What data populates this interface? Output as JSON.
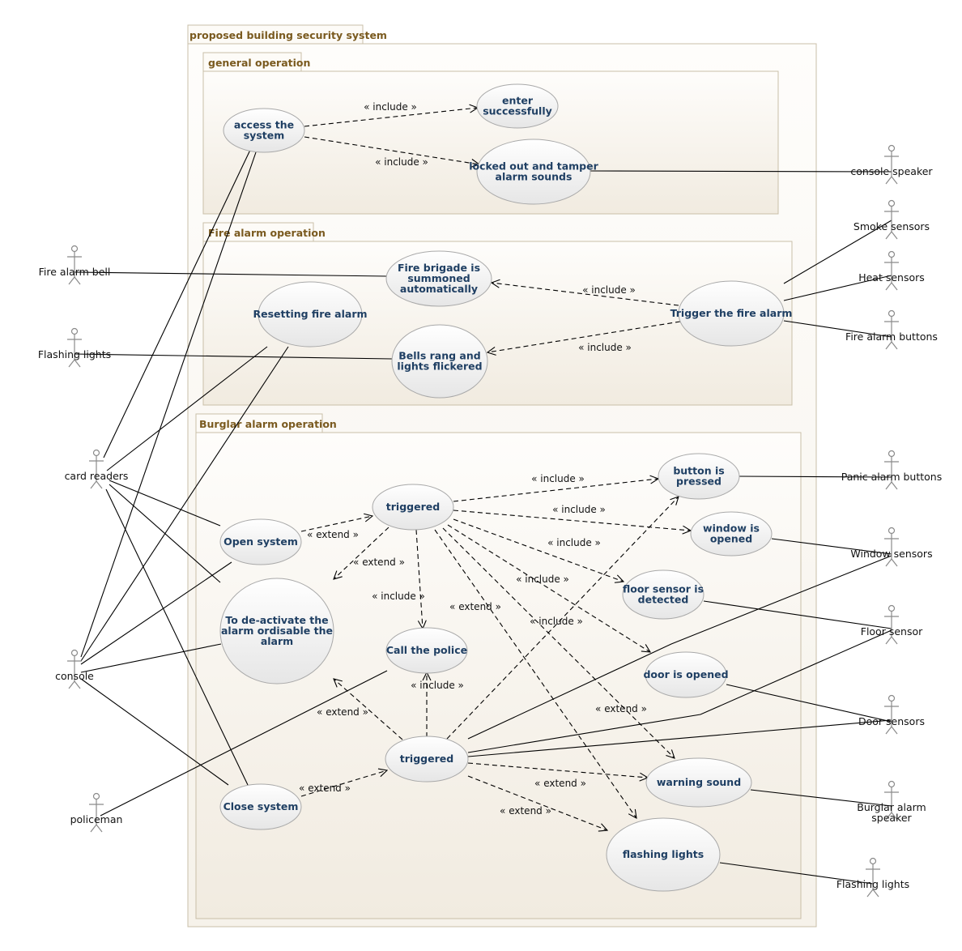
{
  "packages": [
    {
      "id": "system",
      "label": "proposed building security system"
    },
    {
      "id": "general",
      "label": "general operation"
    },
    {
      "id": "fire",
      "label": "Fire alarm operation"
    },
    {
      "id": "burglar",
      "label": "Burglar alarm operation"
    }
  ],
  "use_cases": [
    {
      "id": "access",
      "lines": [
        "access the",
        "system"
      ]
    },
    {
      "id": "enter",
      "lines": [
        "enter",
        "successfully"
      ]
    },
    {
      "id": "locked",
      "lines": [
        "locked out and tamper",
        "alarm sounds"
      ]
    },
    {
      "id": "brigade",
      "lines": [
        "Fire brigade is",
        "summoned",
        "automatically"
      ]
    },
    {
      "id": "resetting",
      "lines": [
        "Resetting fire alarm"
      ]
    },
    {
      "id": "bells",
      "lines": [
        "Bells rang and",
        "lights flickered"
      ]
    },
    {
      "id": "trigger",
      "lines": [
        "Trigger the fire alarm"
      ]
    },
    {
      "id": "triggered1",
      "lines": [
        "triggered"
      ]
    },
    {
      "id": "button",
      "lines": [
        "button is",
        "pressed"
      ]
    },
    {
      "id": "window",
      "lines": [
        "window is",
        "opened"
      ]
    },
    {
      "id": "floor",
      "lines": [
        "floor sensor is",
        "detected"
      ]
    },
    {
      "id": "door",
      "lines": [
        "door is opened"
      ]
    },
    {
      "id": "open",
      "lines": [
        "Open system"
      ]
    },
    {
      "id": "deactivate",
      "lines": [
        "To de-activate the",
        "alarm ordisable the",
        "alarm"
      ]
    },
    {
      "id": "police",
      "lines": [
        "Call the police"
      ]
    },
    {
      "id": "triggered2",
      "lines": [
        "triggered"
      ]
    },
    {
      "id": "close",
      "lines": [
        "Close system"
      ]
    },
    {
      "id": "warning",
      "lines": [
        "warning sound"
      ]
    },
    {
      "id": "flashing",
      "lines": [
        "flashing lights"
      ]
    }
  ],
  "actors": [
    {
      "id": "console_speaker",
      "lines": [
        "console speaker"
      ]
    },
    {
      "id": "smoke",
      "lines": [
        "Smoke sensors"
      ]
    },
    {
      "id": "heat",
      "lines": [
        "Heat sensors"
      ]
    },
    {
      "id": "fire_buttons",
      "lines": [
        "Fire alarm buttons"
      ]
    },
    {
      "id": "fire_bell",
      "lines": [
        "Fire alarm bell"
      ]
    },
    {
      "id": "flashing_left",
      "lines": [
        "Flashing lights"
      ]
    },
    {
      "id": "card_readers",
      "lines": [
        "card readers"
      ]
    },
    {
      "id": "console",
      "lines": [
        "console"
      ]
    },
    {
      "id": "policeman",
      "lines": [
        "policeman"
      ]
    },
    {
      "id": "panic",
      "lines": [
        "Panic alarm buttons"
      ]
    },
    {
      "id": "window_sensors",
      "lines": [
        "Window sensors"
      ]
    },
    {
      "id": "floor_sensor",
      "lines": [
        "Floor sensor"
      ]
    },
    {
      "id": "door_sensors",
      "lines": [
        "Door sensors"
      ]
    },
    {
      "id": "burglar_speaker",
      "lines": [
        "Burglar alarm",
        "speaker"
      ]
    },
    {
      "id": "flashing_right",
      "lines": [
        "Flashing lights"
      ]
    }
  ],
  "relationship_labels": {
    "include": "« include »",
    "extend": "« extend »"
  }
}
